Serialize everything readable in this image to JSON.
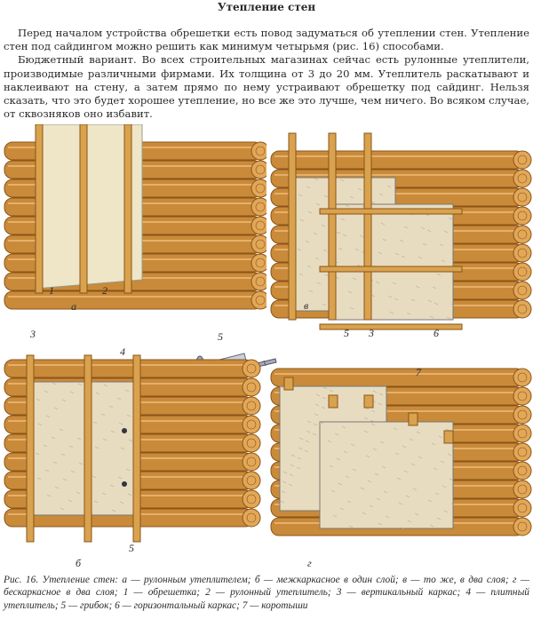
{
  "title": "Утепление стен",
  "paragraphs": [
    "Перед началом устройства обрешетки есть повод задуматься об утеплении стен. Утепление стен под сайдингом можно решить как минимум четырьмя (рис. 16) способами.",
    "Бюджетный вариант. Во всех строительных магазинах сейчас есть рулонные утеплители, производимые различными фирмами. Их толщина от 3 до 20 мм. Утеплитель раскатывают и наклеивают на стену, а затем прямо по нему устраивают обрешетку под сайдинг. Нельзя сказать, что это будет хорошее утепление, но все же это лучше, чем ничего. Во всяком случае, от сквозняков оно избавит."
  ],
  "figures": {
    "a": {
      "letter": "а",
      "labels": [
        "1",
        "2"
      ]
    },
    "v": {
      "letter": "в",
      "labels": [
        "5",
        "3",
        "6"
      ]
    },
    "b": {
      "letter": "б",
      "labels": [
        "3",
        "4",
        "5"
      ]
    },
    "g": {
      "letter": "г",
      "labels": [
        "7"
      ]
    },
    "fungus": {
      "label": "5"
    }
  },
  "caption": "Рис. 16. Утепление стен: а — рулонным утеплителем; б — межкаркасное в один слой; в — то же, в два слоя; г — бескаркасное в два слоя; 1 — обрешетка; 2 — рулонный утеплитель; 3 — вертикальный каркас; 4 — плитный утеплитель; 5 — грибок; 6 — горизонтальный каркас; 7 — коротыши",
  "colors": {
    "log": "#c98a3a",
    "log_dark": "#8a5418",
    "insulation": "#e8dcc0",
    "board": "#d9a24e",
    "roll": "#efe6c8"
  }
}
